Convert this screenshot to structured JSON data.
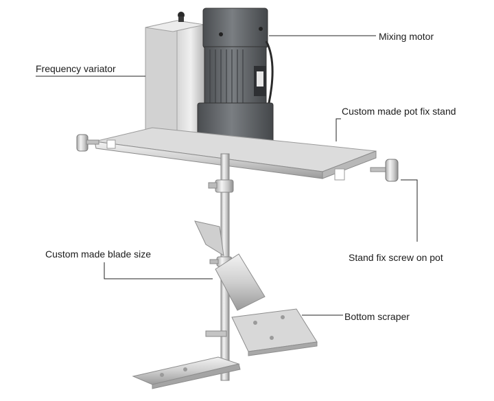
{
  "callouts": {
    "mixing_motor": "Mixing motor",
    "frequency_variator": "Frequency variator",
    "pot_fix_stand": "Custom made pot fix stand",
    "stand_fix_screw": "Stand fix screw on pot",
    "blade_size": "Custom made blade size",
    "bottom_scraper": "Bottom scraper"
  },
  "colors": {
    "steel_light": "#e4e4e4",
    "steel_mid": "#bdbdbd",
    "steel_dark": "#8c8c8c",
    "motor_body": "#5f6368",
    "motor_dark": "#3d4043",
    "leader_line": "#222222"
  }
}
